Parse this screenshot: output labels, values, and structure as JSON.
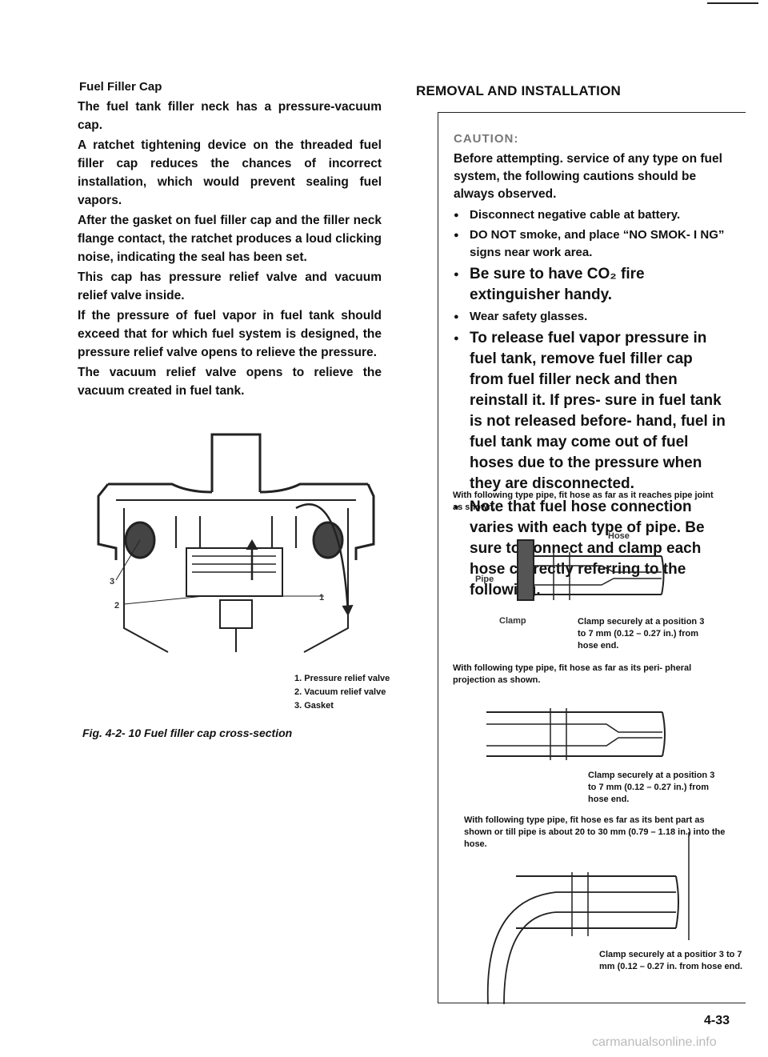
{
  "left": {
    "section_title": "Fuel Filler Cap",
    "paragraphs": [
      "The fuel tank filler neck has a pressure-vacuum cap.",
      "A ratchet tightening device on the threaded fuel filler cap reduces the chances of incorrect installation, which would prevent sealing fuel vapors.",
      "After the gasket on fuel filler cap and the filler neck flange contact, the ratchet produces a loud clicking noise, indicating the seal has been set.",
      "This cap has pressure relief valve and vacuum relief valve inside.",
      "If the pressure of fuel vapor in fuel tank should exceed that for which fuel system is designed, the pressure relief valve opens to relieve the pressure.",
      "The vacuum relief valve opens to relieve the vacuum created in fuel tank."
    ],
    "figure": {
      "callouts": [
        "1",
        "2",
        "3"
      ],
      "legend": [
        "1. Pressure relief valve",
        "2. Vacuum relief valve",
        "3. Gasket"
      ],
      "caption": "Fig. 4-2- 10   Fuel filler cap cross-section"
    }
  },
  "right": {
    "title": "REMOVAL AND INSTALLATION",
    "caution_label": "CAUTION:",
    "caution_text": "Before attempting. service of any type on fuel system, the following cautions should be always observed.",
    "bullets": [
      "Disconnect negative cable at battery.",
      "DO NOT smoke, and place “NO SMOK- I NG” signs near work area.",
      "Be sure to have CO₂ fire extinguisher handy.",
      "Wear safety glasses.",
      "To release fuel vapor pressure in fuel tank, remove fuel filler cap from fuel filler neck and then reinstall it. If pres- sure in fuel tank is not released before- hand, fuel in fuel tank may come out of fuel hoses due to the pressure when they are disconnected.",
      "Note that fuel hose connection varies with each type of pipe. Be sure to connect and clamp each hose correctly referring to the following."
    ],
    "diagram1": {
      "intro": "With following type pipe, fit hose as far as it reaches pipe joint as shown.",
      "labels": {
        "hose": "Hose",
        "pipe": "Pipe",
        "clamp": "Clamp"
      },
      "clamp_note": "Clamp securely at a position 3 to 7 mm (0.12 – 0.27 in.) from hose end."
    },
    "diagram2": {
      "intro": "With following type pipe, fit hose as far as its peri- pheral projection as shown.",
      "clamp_note": "Clamp securely at a position 3 to 7 mm (0.12 – 0.27 in.) from hose end."
    },
    "diagram3": {
      "intro": "With following type pipe, fit hose es far as its bent part as shown or till pipe is about 20 to 30 mm (0.79 – 1.18 in.) into the hose.",
      "clamp_note": "Clamp securely at a positior 3 to 7 mm (0.12 – 0.27 in. from hose end."
    }
  },
  "page_number": "4-33",
  "watermark": "carmanualsonline.info"
}
